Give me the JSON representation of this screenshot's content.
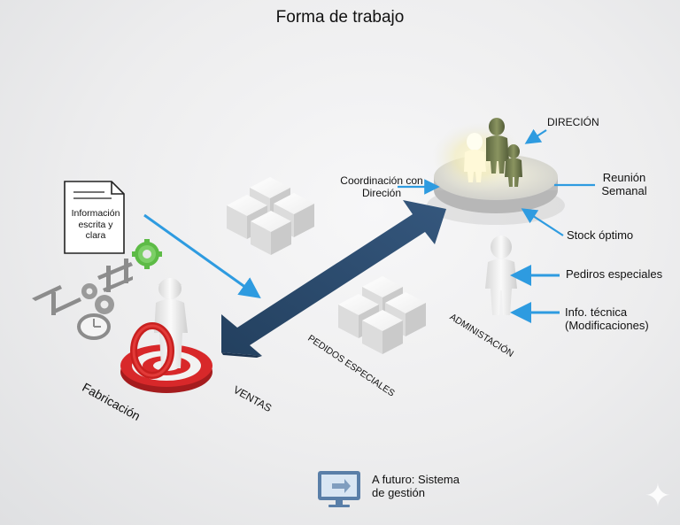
{
  "title": "Forma de trabajo",
  "document": {
    "text_line1": "Información",
    "text_line2": "escrita y clara"
  },
  "labels": {
    "fabricacion": "Fabricación",
    "ventas": "VENTAS",
    "pedidos_especiales_floor": "PEDIDOS ESPECIALES",
    "administracion": "ADMINISTACIÓN",
    "coordinacion_line1": "Coordinación con",
    "coordinacion_line2": "Direción",
    "direcion": "DIRECIÓN",
    "reunion_line1": "Reunión",
    "reunion_line2": "Semanal",
    "stock": "Stock óptimo",
    "pediros": "Pediros especiales",
    "info_line1": "Info. técnica",
    "info_line2": "(Modificaciones)"
  },
  "futuro": {
    "line1": "A futuro: Sistema",
    "line2": "de gestión"
  },
  "colors": {
    "arrow_blue": "#2e9be0",
    "big_arrow": "#2c4a6e",
    "red_target": "#d8282a",
    "green_gear": "#5dbb46",
    "platform": "#cfcfcf",
    "director_figure": "#6f7a4a"
  }
}
